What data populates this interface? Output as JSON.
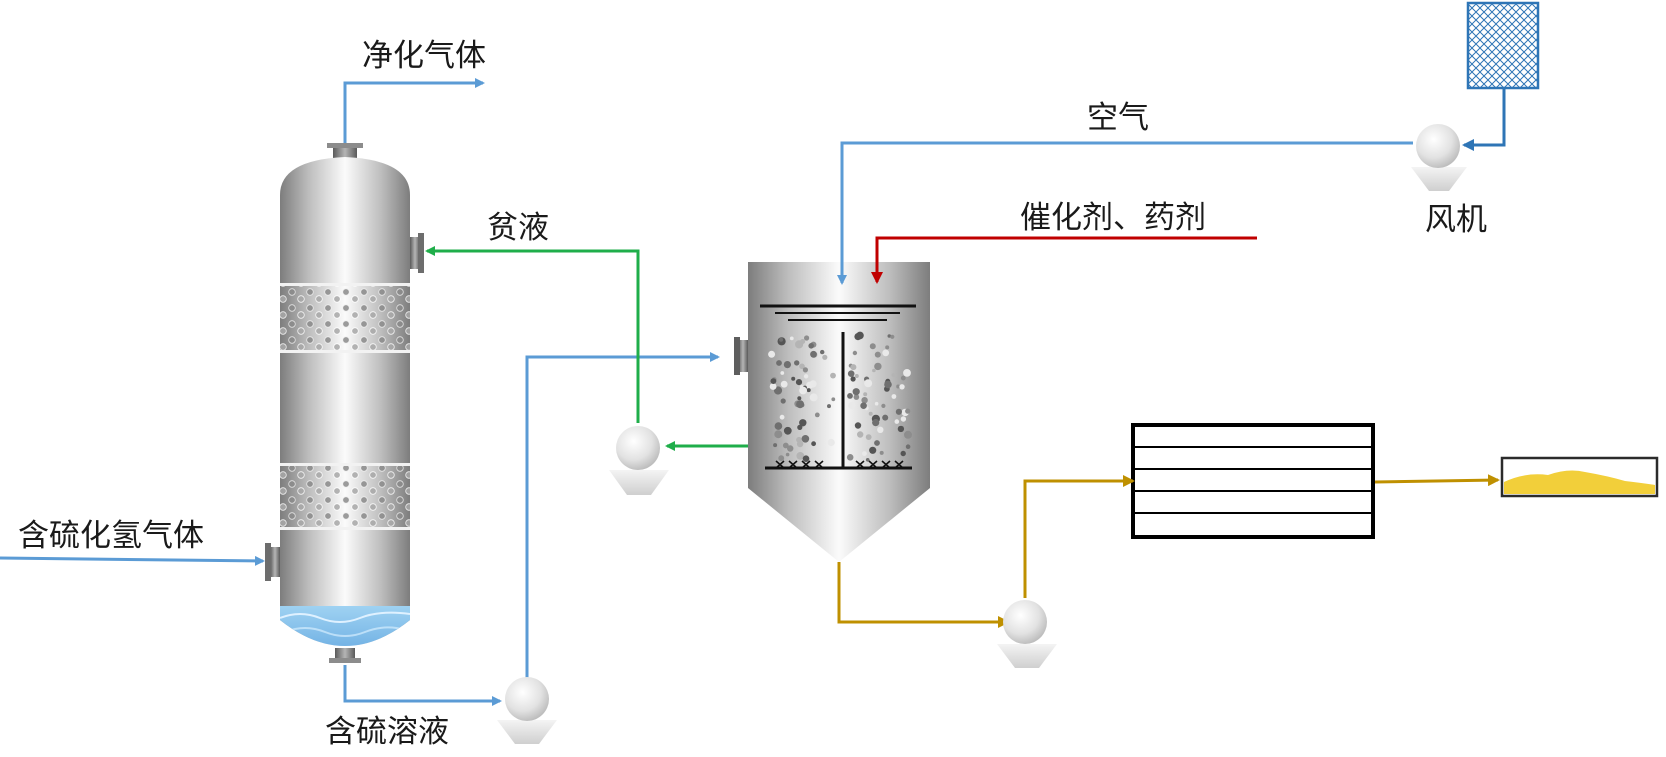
{
  "labels": {
    "clean_gas": "净化气体",
    "lean_liquid": "贫液",
    "h2s_gas": "含硫化氢气体",
    "sulfur_solution": "含硫溶液",
    "air": "空气",
    "catalyst": "催化剂、药剂",
    "blower": "风机"
  },
  "colors": {
    "gas_line": "#5b9bd5",
    "lean_line": "#1fae4a",
    "catalyst_line": "#c00000",
    "slurry_line": "#bf9000",
    "filter_line": "#2e75b6",
    "sulfur": "#f2cf3a"
  }
}
